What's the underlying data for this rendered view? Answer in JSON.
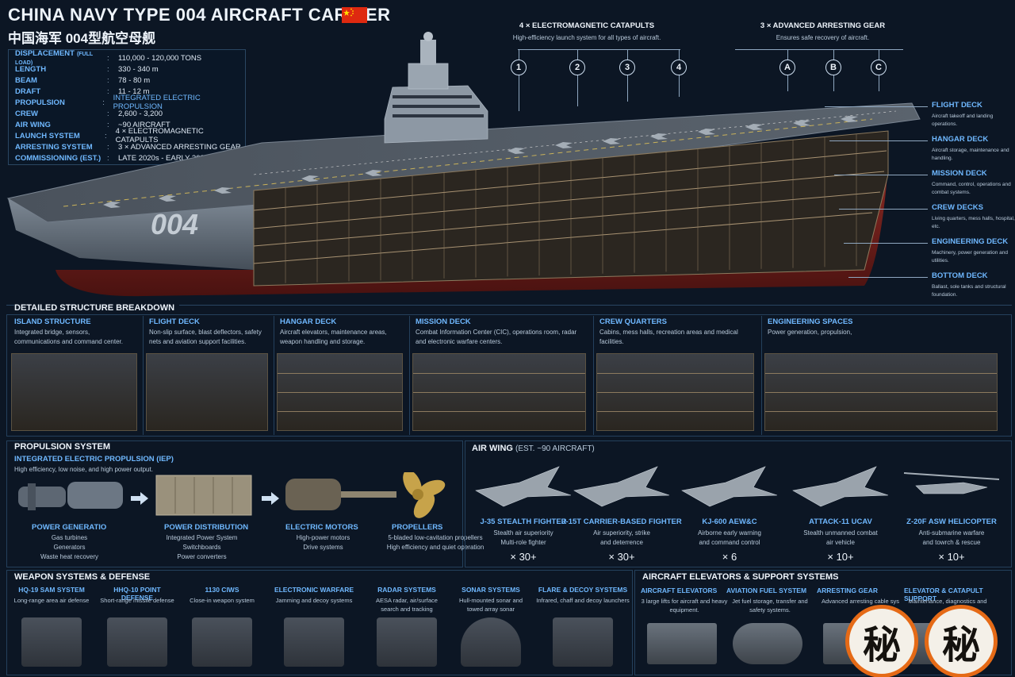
{
  "header": {
    "title": "CHINA NAVY TYPE 004 AIRCRAFT CARRIER",
    "subtitle": "中国海军 004型航空母舰",
    "flag_color": "#de2910"
  },
  "specs": [
    {
      "key": "DISPLACEMENT",
      "key_note": "(FULL LOAD)",
      "value": "110,000 - 120,000 TONS",
      "highlight": false
    },
    {
      "key": "LENGTH",
      "key_note": "",
      "value": "330 - 340 m",
      "highlight": false
    },
    {
      "key": "BEAM",
      "key_note": "",
      "value": "78 - 80 m",
      "highlight": false
    },
    {
      "key": "DRAFT",
      "key_note": "",
      "value": "11 - 12 m",
      "highlight": false
    },
    {
      "key": "PROPULSION",
      "key_note": "",
      "value": "INTEGRATED ELECTRIC PROPULSION",
      "highlight": true
    },
    {
      "key": "CREW",
      "key_note": "",
      "value": "2,600 - 3,200",
      "highlight": false
    },
    {
      "key": "AIR WING",
      "key_note": "",
      "value": "~90 AIRCRAFT",
      "highlight": false
    },
    {
      "key": "LAUNCH SYSTEM",
      "key_note": "",
      "value": "4 × ELECTROMAGNETIC CATAPULTS",
      "highlight": false
    },
    {
      "key": "ARRESTING SYSTEM",
      "key_note": "",
      "value": "3 × ADVANCED ARRESTING GEAR",
      "highlight": false
    },
    {
      "key": "COMMISSIONING (EST.)",
      "key_note": "",
      "value": "LATE 2020s - EARLY 2030s",
      "highlight": false
    }
  ],
  "catapults": {
    "title": "4 × ELECTROMAGNETIC CATAPULTS",
    "desc": "High-efficiency launch system for all types of aircraft.",
    "markers": [
      "1",
      "2",
      "3",
      "4"
    ]
  },
  "arresting": {
    "title": "3 × ADVANCED ARRESTING GEAR",
    "desc": "Ensures safe recovery of aircraft.",
    "markers": [
      "A",
      "B",
      "C"
    ]
  },
  "hull_number": "004",
  "deck_labels": [
    {
      "name": "FLIGHT DECK",
      "desc": "Aircraft takeoff and landing operations."
    },
    {
      "name": "HANGAR DECK",
      "desc": "Aircraft storage, maintenance and handling."
    },
    {
      "name": "MISSION DECK",
      "desc": "Command, control, operations and combat systems."
    },
    {
      "name": "CREW DECKS",
      "desc": "Living quarters, mess halls, hospital, etc."
    },
    {
      "name": "ENGINEERING DECK",
      "desc": "Machinery, power generation and utilities."
    },
    {
      "name": "BOTTOM DECK",
      "desc": "Ballast, sole tanks and structural foundation."
    }
  ],
  "structure": {
    "title": "DETAILED STRUCTURE BREAKDOWN",
    "items": [
      {
        "name": "ISLAND STRUCTURE",
        "desc": "Integrated bridge, sensors, communications and command center."
      },
      {
        "name": "FLIGHT DECK",
        "desc": "Non-slip surface, blast deflectors, safety nets and aviation support facilities."
      },
      {
        "name": "HANGAR DECK",
        "desc": "Aircraft elevators, maintenance areas, weapon handling and storage."
      },
      {
        "name": "MISSION DECK",
        "desc": "Combat Information Center (CIC), operations room, radar and electronic warfare centers."
      },
      {
        "name": "CREW QUARTERS",
        "desc": "Cabins, mess halls, recreation areas and medical facilities."
      },
      {
        "name": "ENGINEERING SPACES",
        "desc": "Power generation, propulsion,"
      }
    ]
  },
  "propulsion": {
    "title": "PROPULSION SYSTEM",
    "subtitle": "INTEGRATED ELECTRIC PROPULSION (IEP)",
    "desc": "High efficiency, low noise, and high power output.",
    "stages": [
      {
        "name": "POWER GENERATIO",
        "lines": [
          "Gas turbines",
          "Generators",
          "Waste heat recovery"
        ]
      },
      {
        "name": "POWER DISTRIBUTION",
        "lines": [
          "Integrated Power System",
          "Switchboards",
          "Power converters"
        ]
      },
      {
        "name": "ELECTRIC MOTORS",
        "lines": [
          "High-power motors",
          "Drive systems"
        ]
      },
      {
        "name": "PROPELLERS",
        "lines": [
          "5-bladed low-cavitation propellers",
          "High efficiency and quiet operation"
        ]
      }
    ]
  },
  "air_wing": {
    "title": "AIR WING",
    "title_note": "(EST. ~90 AIRCRAFT)",
    "aircraft": [
      {
        "name": "J-35 STEALTH FIGHTER",
        "lines": [
          "Stealth air superiority",
          "Multi-role fighter"
        ],
        "count": "× 30+"
      },
      {
        "name": "J-15T CARRIER-BASED FIGHTER",
        "lines": [
          "Air superiority, strike",
          "and deterrence"
        ],
        "count": "× 30+"
      },
      {
        "name": "KJ-600 AEW&C",
        "lines": [
          "Airborne early warning",
          "and command control"
        ],
        "count": "× 6"
      },
      {
        "name": "ATTACK-11 UCAV",
        "lines": [
          "Stealth unmanned combat",
          "air vehicle"
        ],
        "count": "× 10+"
      },
      {
        "name": "Z-20F ASW HELICOPTER",
        "lines": [
          "Anti-submarine warfare",
          "and towrch & rescue"
        ],
        "count": "× 10+"
      }
    ]
  },
  "weapons": {
    "title": "WEAPON SYSTEMS & DEFENSE",
    "items": [
      {
        "name": "HQ-19 SAM SYSTEM",
        "desc": "Long-range area air defense"
      },
      {
        "name": "HHQ-10 POINT DEFENSE",
        "desc": "Short-range missile defense"
      },
      {
        "name": "1130 CIWS",
        "desc": "Close-in weapon system"
      },
      {
        "name": "ELECTRONIC WARFARE",
        "desc": "Jamming and decoy systems"
      },
      {
        "name": "RADAR SYSTEMS",
        "desc": "AESA radar, air/surface search and tracking"
      },
      {
        "name": "SONAR SYSTEMS",
        "desc": "Hull-mounted sonar and towed array sonar"
      },
      {
        "name": "FLARE & DECOY SYSTEMS",
        "desc": "Infrared, chaff and decoy launchers"
      }
    ]
  },
  "support": {
    "title": "AIRCRAFT ELEVATORS & SUPPORT SYSTEMS",
    "items": [
      {
        "name": "AIRCRAFT ELEVATORS",
        "desc": "3 large lifts for aircraft and heavy equipment."
      },
      {
        "name": "AVIATION FUEL SYSTEM",
        "desc": "Jet fuel storage, transfer and safety systems."
      },
      {
        "name": "ARRESTING GEAR",
        "desc": "Advanced arresting cable sys"
      },
      {
        "name": "ELEVATOR & CATAPULT SUPPORT",
        "desc": "Maintenance, diagnostics and"
      }
    ]
  },
  "stamps": [
    "秘",
    "秘"
  ]
}
